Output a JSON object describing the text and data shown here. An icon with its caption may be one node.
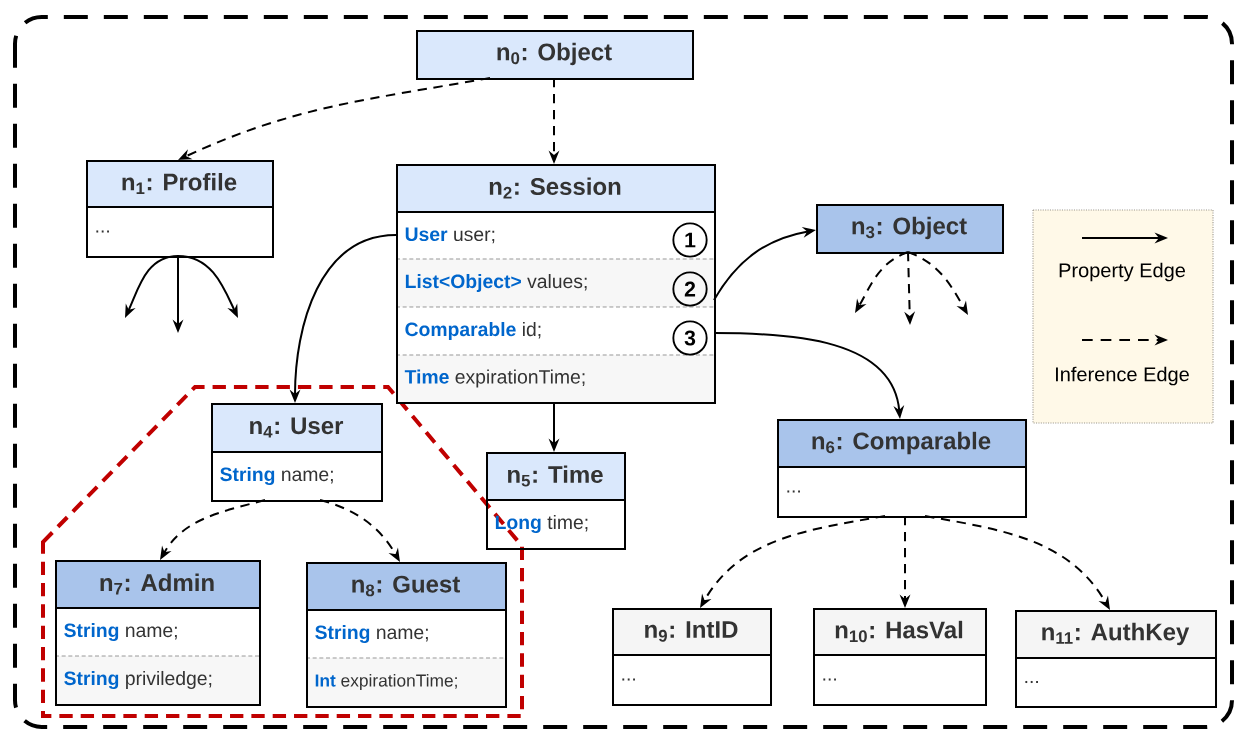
{
  "diagram": {
    "nodes": [
      {
        "text": [
          "n$_{0}$: Object"
        ]
      },
      {
        "text": [
          "n$_{1}$: Profile",
          "..."
        ]
      },
      {
        "text": [
          "n$_{2}$: Session",
          "**User** user;",
          "**List<Object>** values;",
          "**Comparable** id;",
          "**Time** expirationTime;"
        ]
      },
      {
        "text": [
          "n$_{3}$: Object"
        ]
      },
      {
        "text": [
          "n$_{4}$: User",
          "**String** name;"
        ]
      },
      {
        "text": [
          "n$_{5}$: Time",
          "**Long** time;"
        ]
      },
      {
        "text": [
          "n$_{6}$: Comparable",
          "..."
        ]
      },
      {
        "text": [
          "n$_{7}$: Admin",
          "**String** name;",
          "**String** priviledge;"
        ]
      },
      {
        "text": [
          "n$_{8}$: Guest",
          "**String** name;",
          "**Int** expirationTime;"
        ]
      },
      {
        "text": [
          "n$_{9}$: IntID",
          "..."
        ]
      },
      {
        "text": [
          "n$_{10}$: HasVal",
          "..."
        ]
      },
      {
        "text": [
          "n$_{11}$: AuthKey",
          "..."
        ]
      }
    ],
    "edges": [
      {
        "from": 0,
        "to": 1,
        "arrow": "to",
        "style": "dashed"
      },
      {
        "from": 0,
        "to": 2,
        "arrow": "to",
        "style": "dashed"
      },
      {
        "from": 2,
        "to": 3,
        "arrow": "to"
      },
      {
        "from": 2,
        "to": 6,
        "arrow": "to"
      },
      {
        "from": 2,
        "to": 4,
        "arrow": "to"
      },
      {
        "from": 2,
        "to": 5,
        "arrow": "to"
      },
      {
        "from": 4,
        "to": 7,
        "arrow": "to",
        "style": "dashed"
      },
      {
        "from": 4,
        "to": 8,
        "arrow": "to",
        "style": "dashed"
      },
      {
        "from": 6,
        "to": 9,
        "arrow": "to",
        "style": "dashed"
      },
      {
        "from": 6,
        "to": 10,
        "arrow": "to",
        "style": "dashed"
      },
      {
        "from": 6,
        "to": 11,
        "arrow": "to",
        "style": "dashed"
      },
      {
        "from": 1,
        "to": null,
        "arrow": "to"
      },
      {
        "from": 1,
        "to": null,
        "arrow": "to"
      },
      {
        "from": 1,
        "to": null,
        "arrow": "to"
      },
      {
        "from": 3,
        "to": null,
        "arrow": "to",
        "style": "dashed"
      },
      {
        "from": 3,
        "to": null,
        "arrow": "to",
        "style": "dashed"
      },
      {
        "from": 3,
        "to": null,
        "arrow": "to",
        "style": "dashed"
      }
    ],
    "labels": [
      "1",
      "2",
      "3"
    ],
    "legend": [
      {
        "text": "Property Edge"
      },
      {
        "text": "Inference Edge"
      }
    ]
  }
}
